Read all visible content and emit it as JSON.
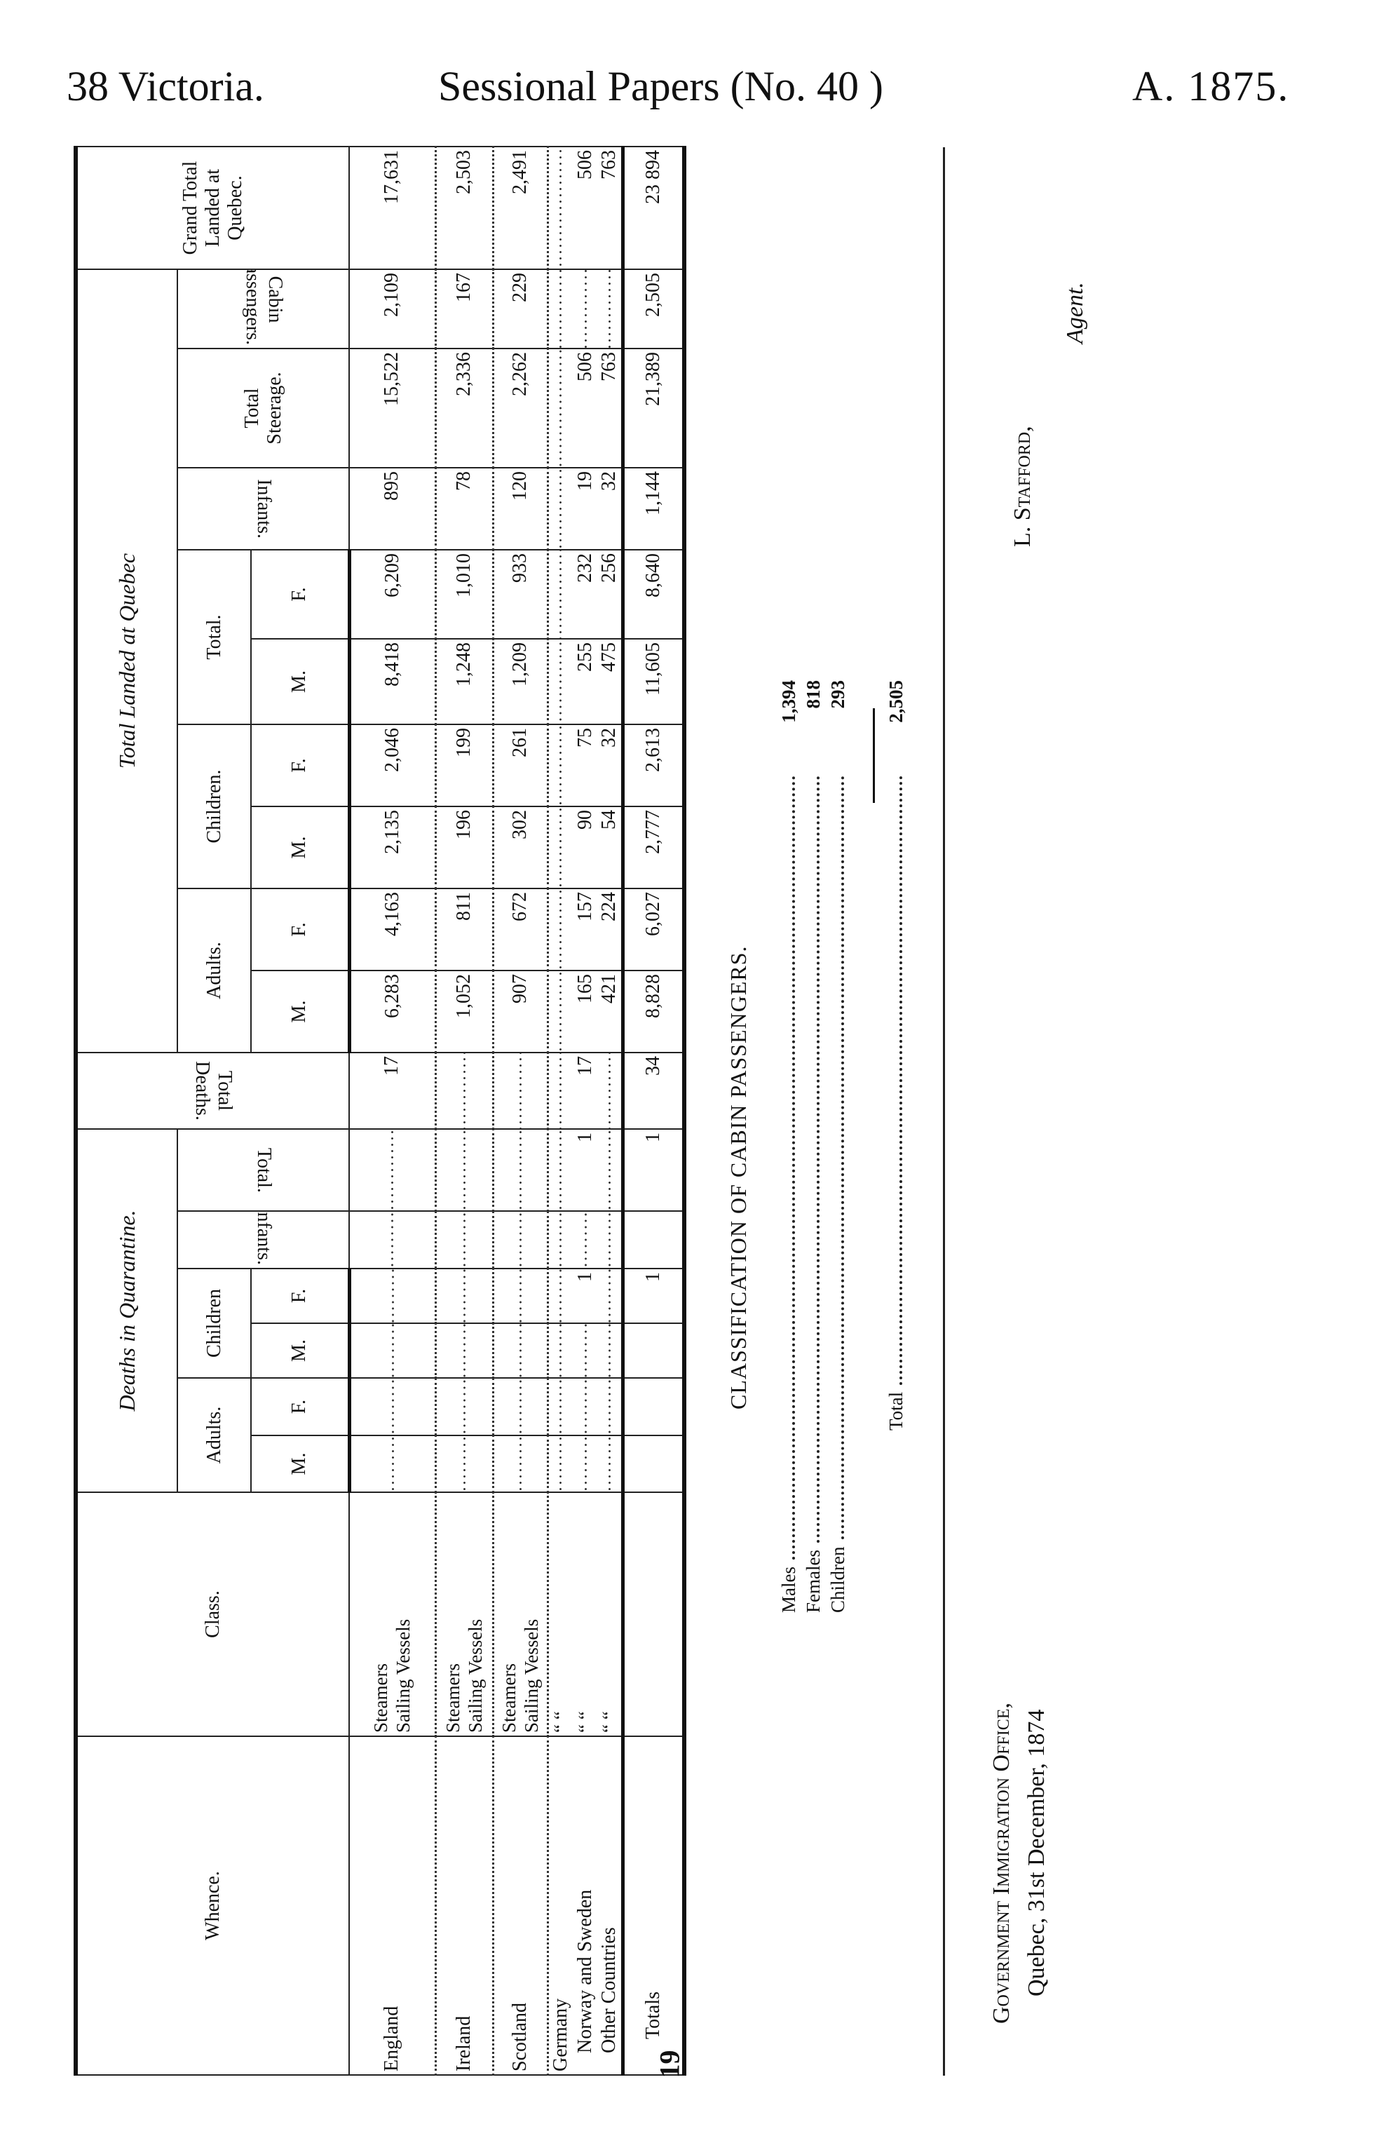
{
  "header": {
    "left": "38 Victoria.",
    "center": "Sessional Papers (No. 40 )",
    "right": "A. 1875."
  },
  "table": {
    "headers": {
      "whence": "Whence.",
      "class": "Class.",
      "deaths_group": "Deaths in Quarantine.",
      "landed_group": "Total Landed at Quebec",
      "adults": "Adults.",
      "children": "Children",
      "children2": "Children.",
      "infants": "Infants.",
      "total": "Total.",
      "total_deaths": "Total Deaths.",
      "total_steerage": "Total Steerage.",
      "cabin": "Cabin Passengers.",
      "grand_total": "Grand Total Landed at Quebec.",
      "m": "M.",
      "f": "F."
    },
    "rows": [
      {
        "whence": "England",
        "class": [
          "Steamers",
          "Sailing Vessels"
        ],
        "values": [
          "",
          "",
          "",
          "",
          "",
          "",
          "17",
          "6,283",
          "4,163",
          "2,135",
          "2,046",
          "8,418",
          "6,209",
          "895",
          "15,522",
          "2,109",
          "17,631"
        ]
      },
      {
        "whence": "Ireland",
        "class": [
          "Steamers",
          "Sailing Vessels"
        ],
        "values": [
          "",
          "",
          "",
          "",
          "",
          "",
          "",
          "1,052",
          "811",
          "196",
          "199",
          "1,248",
          "1,010",
          "78",
          "2,336",
          "167",
          "2,503"
        ]
      },
      {
        "whence": "Scotland",
        "class": [
          "Steamers",
          "Sailing Vessels"
        ],
        "values": [
          "",
          "",
          "",
          "",
          "",
          "",
          "",
          "907",
          "672",
          "302",
          "261",
          "1,209",
          "933",
          "120",
          "2,262",
          "229",
          "2,491"
        ]
      },
      {
        "whence": "Germany",
        "class": [
          "“    “"
        ],
        "values": [
          "",
          "",
          "",
          "",
          "",
          "",
          "",
          "",
          "",
          "",
          "",
          "",
          "",
          "",
          "",
          "",
          ""
        ]
      },
      {
        "whence": "Norway and Sweden",
        "class": [
          "“    “"
        ],
        "values": [
          "",
          "",
          "",
          "1",
          "",
          "1",
          "17",
          "165",
          "157",
          "90",
          "75",
          "255",
          "232",
          "19",
          "506",
          "",
          "506"
        ]
      },
      {
        "whence": "Other Countries",
        "class": [
          "“    “"
        ],
        "values": [
          "",
          "",
          "",
          "",
          "",
          "",
          "",
          "421",
          "224",
          "54",
          "32",
          "475",
          "256",
          "32",
          "763",
          "",
          "763"
        ]
      },
      {
        "whence": "Totals",
        "class": [],
        "values": [
          "",
          "",
          "",
          "1",
          "",
          "1",
          "34",
          "8,828",
          "6,027",
          "2,777",
          "2,613",
          "11,605",
          "8,640",
          "1,144",
          "21,389",
          "2,505",
          "23 894"
        ]
      }
    ]
  },
  "classification": {
    "title": "CLASSIFICATION OF CABIN PASSENGERS.",
    "items": [
      {
        "label": "Males",
        "value": "1,394"
      },
      {
        "label": "Females",
        "value": "818"
      },
      {
        "label": "Children",
        "value": "293"
      }
    ],
    "total_label": "Total",
    "total_value": "2,505"
  },
  "signature": {
    "office": "Government Immigration Office,",
    "place_date": "Quebec, 31st December, 1874",
    "name": "L. Stafford,",
    "title": "Agent."
  },
  "page_number": "19"
}
